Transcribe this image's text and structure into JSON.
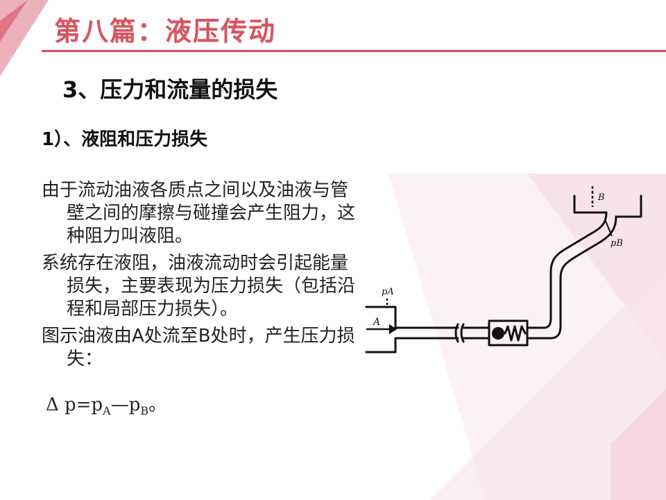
{
  "slide": {
    "title": "第八篇：液压传动",
    "heading": "3、压力和流量的损失",
    "subheading": "1）、液阻和压力损失",
    "paragraphs": [
      "由于流动油液各质点之间以及油液与管壁之间的摩擦与碰撞会产生阻力，这种阻力叫液阻。",
      "系统存在液阻，油液流动时会引起能量损失，主要表现为压力损失（包括沿程和局部压力损失）。",
      "图示油液由A处流至B处时，产生压力损失："
    ],
    "formula": {
      "prefix": "Δ p=p",
      "sub_a": "A",
      "middle": "—p",
      "sub_b": "B",
      "suffix": "。"
    }
  },
  "diagram": {
    "label_a": "A",
    "label_b": "B",
    "label_pa": "pA",
    "label_pb": "pB"
  },
  "colors": {
    "title": "#d8545e",
    "accent": "#d94c5f",
    "stripe": "#f3dfe3"
  }
}
